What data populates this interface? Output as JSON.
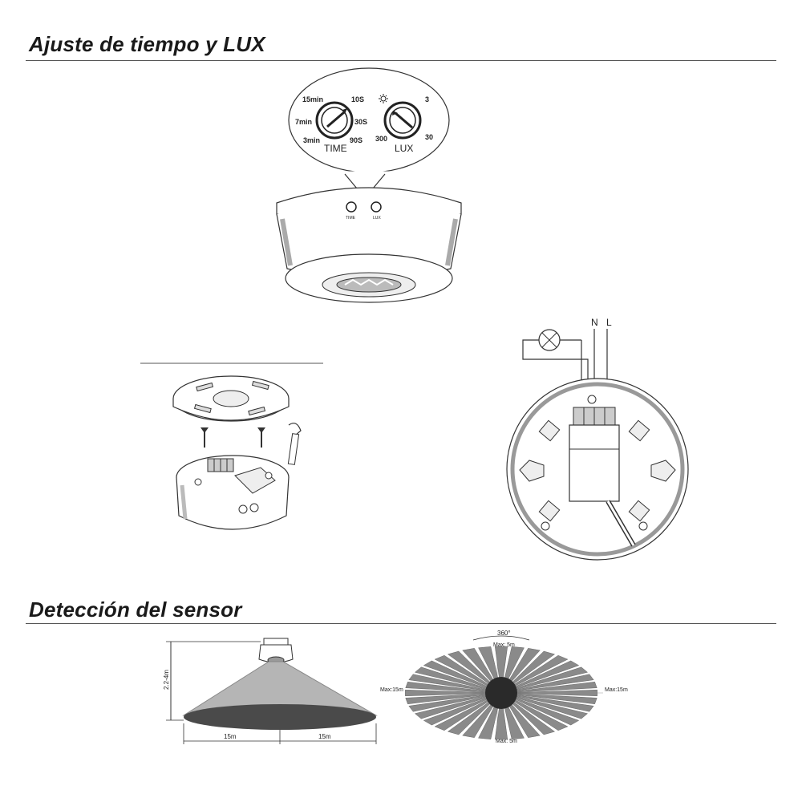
{
  "sections": {
    "time_lux": {
      "title": "Ajuste de tiempo y LUX"
    },
    "detection": {
      "title": "Detección del sensor"
    }
  },
  "time_dial": {
    "caption": "TIME",
    "marks": {
      "m15": "15min",
      "s10": "10S",
      "m7": "7min",
      "s30": "30S",
      "m3": "3min",
      "s90": "90S"
    }
  },
  "lux_dial": {
    "caption": "LUX",
    "marks": {
      "top": "3",
      "left": "300",
      "right": "30"
    },
    "sun_icon": "sun-icon"
  },
  "device": {
    "mini_time": "TIME",
    "mini_lux": "LUX"
  },
  "wiring": {
    "neutral": "N",
    "live": "L"
  },
  "side_view": {
    "height": "2.2-4m",
    "left_range": "15m",
    "right_range": "15m"
  },
  "top_view": {
    "angle": "360°",
    "top_range": "Max: 5m",
    "bottom_range": "Max: 5m",
    "left_range": "Max:15m",
    "right_range": "Max:15m"
  },
  "colors": {
    "line": "#333333",
    "cone_fill": "#b5b5b5",
    "floor_ellipse": "#4a4a4a",
    "ray_fill": "#8a8a8a"
  }
}
